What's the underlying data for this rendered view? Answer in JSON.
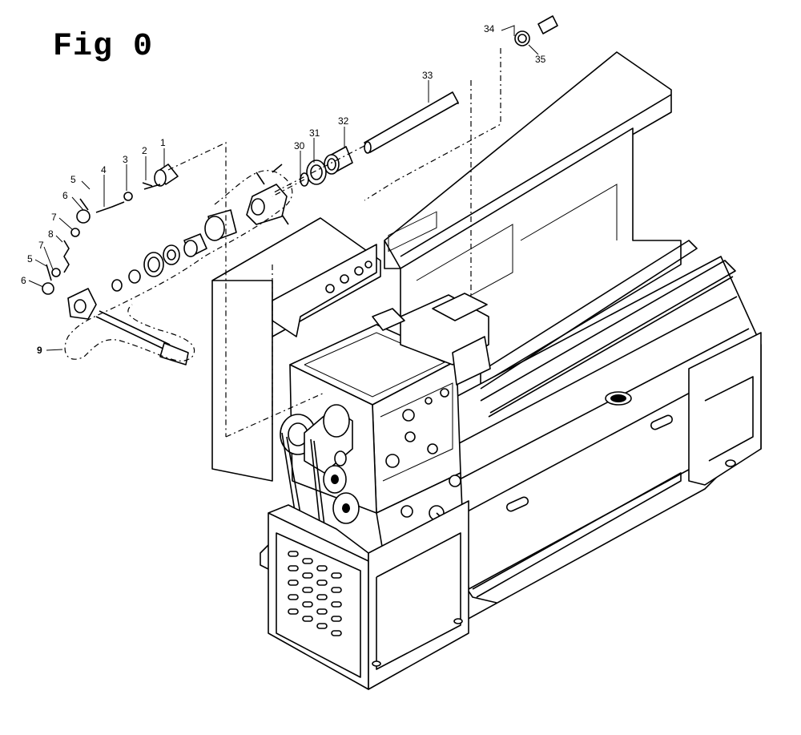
{
  "figure": {
    "title": "Fig 0",
    "callouts": [
      "1",
      "2",
      "3",
      "4",
      "5",
      "6",
      "7",
      "8",
      "9",
      "30",
      "31",
      "32",
      "33",
      "34",
      "35"
    ]
  },
  "colors": {
    "ink": "#000000",
    "paper": "#ffffff"
  }
}
